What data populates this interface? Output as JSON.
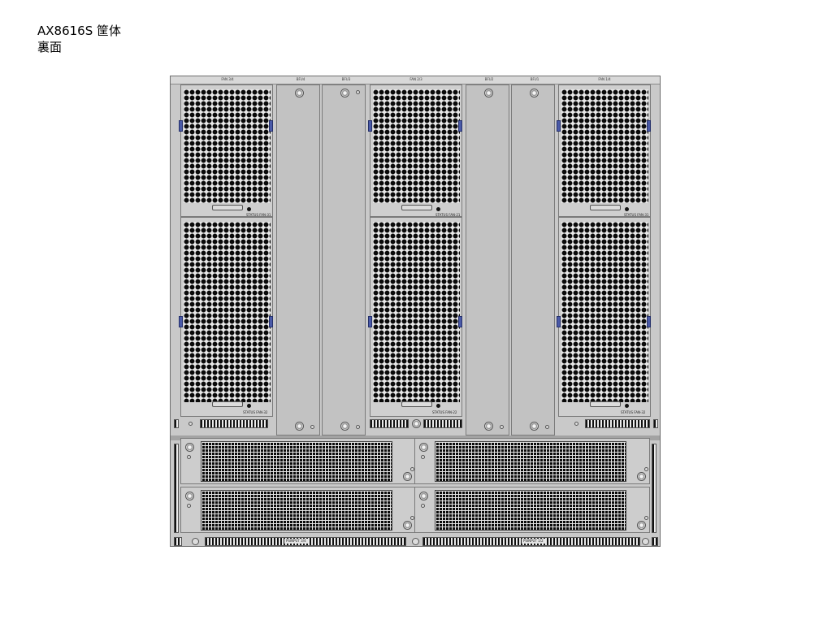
{
  "title": {
    "line1": "AX8616S 筐体",
    "line2": "裏面"
  },
  "chassis": {
    "top_labels": [
      "FAN 3/4",
      "BFU4",
      "BFU3",
      "FAN 2/3",
      "BFU2",
      "BFU1",
      "FAN 1/4"
    ],
    "fan_status_labels": [
      "STATUS FAN-31",
      "STATUS FAN-32",
      "STATUS FAN-21",
      "STATUS FAN-22",
      "STATUS FAN-31",
      "STATUS FAN-32"
    ],
    "psu_labels": [
      "PSINPUT 3/4",
      "PSINPUT 1/2"
    ]
  },
  "colors": {
    "chassis": "#c9c9c9",
    "latch": "#4a5aa8",
    "grille_hole": "#0a0a0a"
  }
}
